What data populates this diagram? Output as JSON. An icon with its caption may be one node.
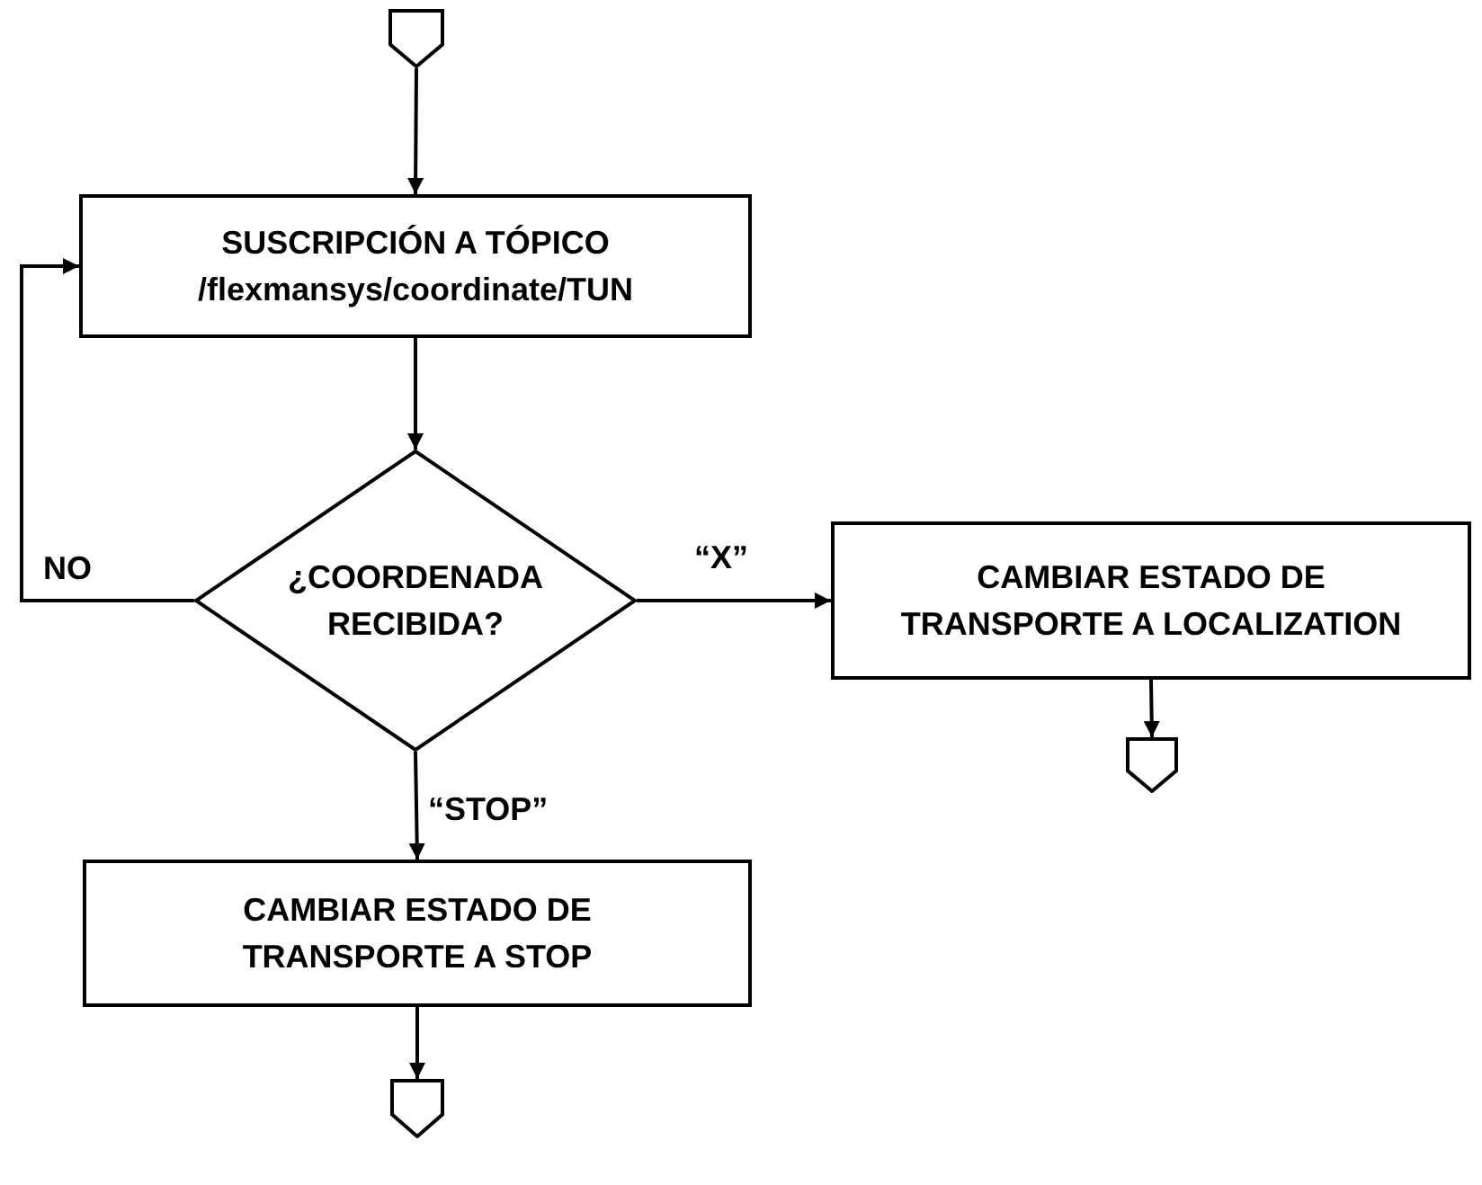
{
  "diagram": {
    "nodes": [
      {
        "text": [],
        "shape": "pentagon"
      },
      {
        "text": [
          "SUSCRIPCIÓN A TÓPICO",
          "/flexmansys/coordinate/TUN"
        ]
      },
      {
        "text": [
          "¿COORDENADA RECIBIDA?"
        ]
      },
      {
        "text": [
          "CAMBIAR ESTADO DE TRANSPORTE A LOCALIZATION"
        ]
      },
      {
        "text": [],
        "shape": "pentagon"
      },
      {
        "text": [
          "CAMBIAR ESTADO DE TRANSPORTE A STOP"
        ]
      },
      {
        "text": [],
        "shape": "pentagon"
      }
    ],
    "edges": [
      {
        "from": 0,
        "to": 1,
        "arrow": "to"
      },
      {
        "from": 1,
        "to": 2,
        "arrow": "to"
      },
      {
        "from": 2,
        "to": 1,
        "arrow": "to",
        "label": "NO"
      },
      {
        "from": 2,
        "to": 3,
        "arrow": "to",
        "label": "“X”"
      },
      {
        "from": 3,
        "to": 4,
        "arrow": "to"
      },
      {
        "from": 2,
        "to": 5,
        "arrow": "to",
        "label": "“STOP”"
      },
      {
        "from": 5,
        "to": 6,
        "arrow": "to"
      }
    ]
  }
}
